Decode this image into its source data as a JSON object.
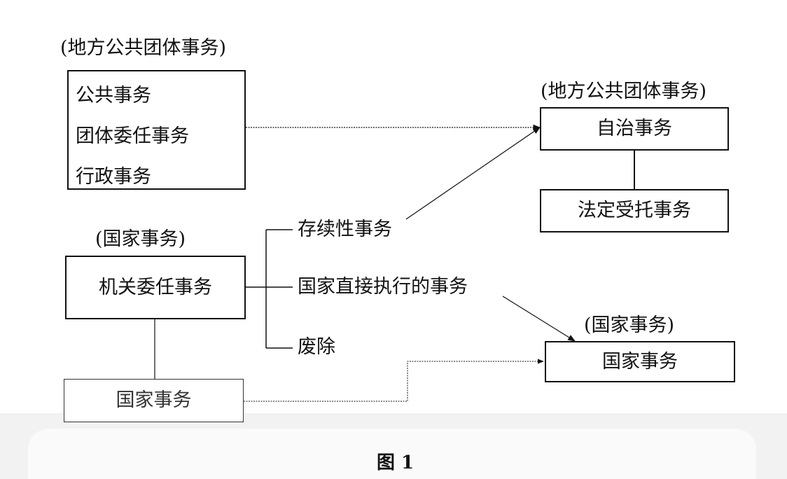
{
  "diagram": {
    "left_top_header": "(地方公共团体事务)",
    "left_top_box": [
      "公共事务",
      "团体委任事务",
      "行政事务"
    ],
    "right_top_header": "(地方公共团体事务)",
    "autonomy_box": "自治事务",
    "statutory_box": "法定受托事务",
    "left_mid_header": "(国家事务)",
    "agency_box": "机关委任事务",
    "branches": [
      "存续性事务",
      "国家直接执行的事务",
      "废除"
    ],
    "right_bottom_header": "(国家事务)",
    "state_affairs_right_box": "国家事务",
    "state_affairs_left_box": "国家事务",
    "caption": "图 1"
  }
}
